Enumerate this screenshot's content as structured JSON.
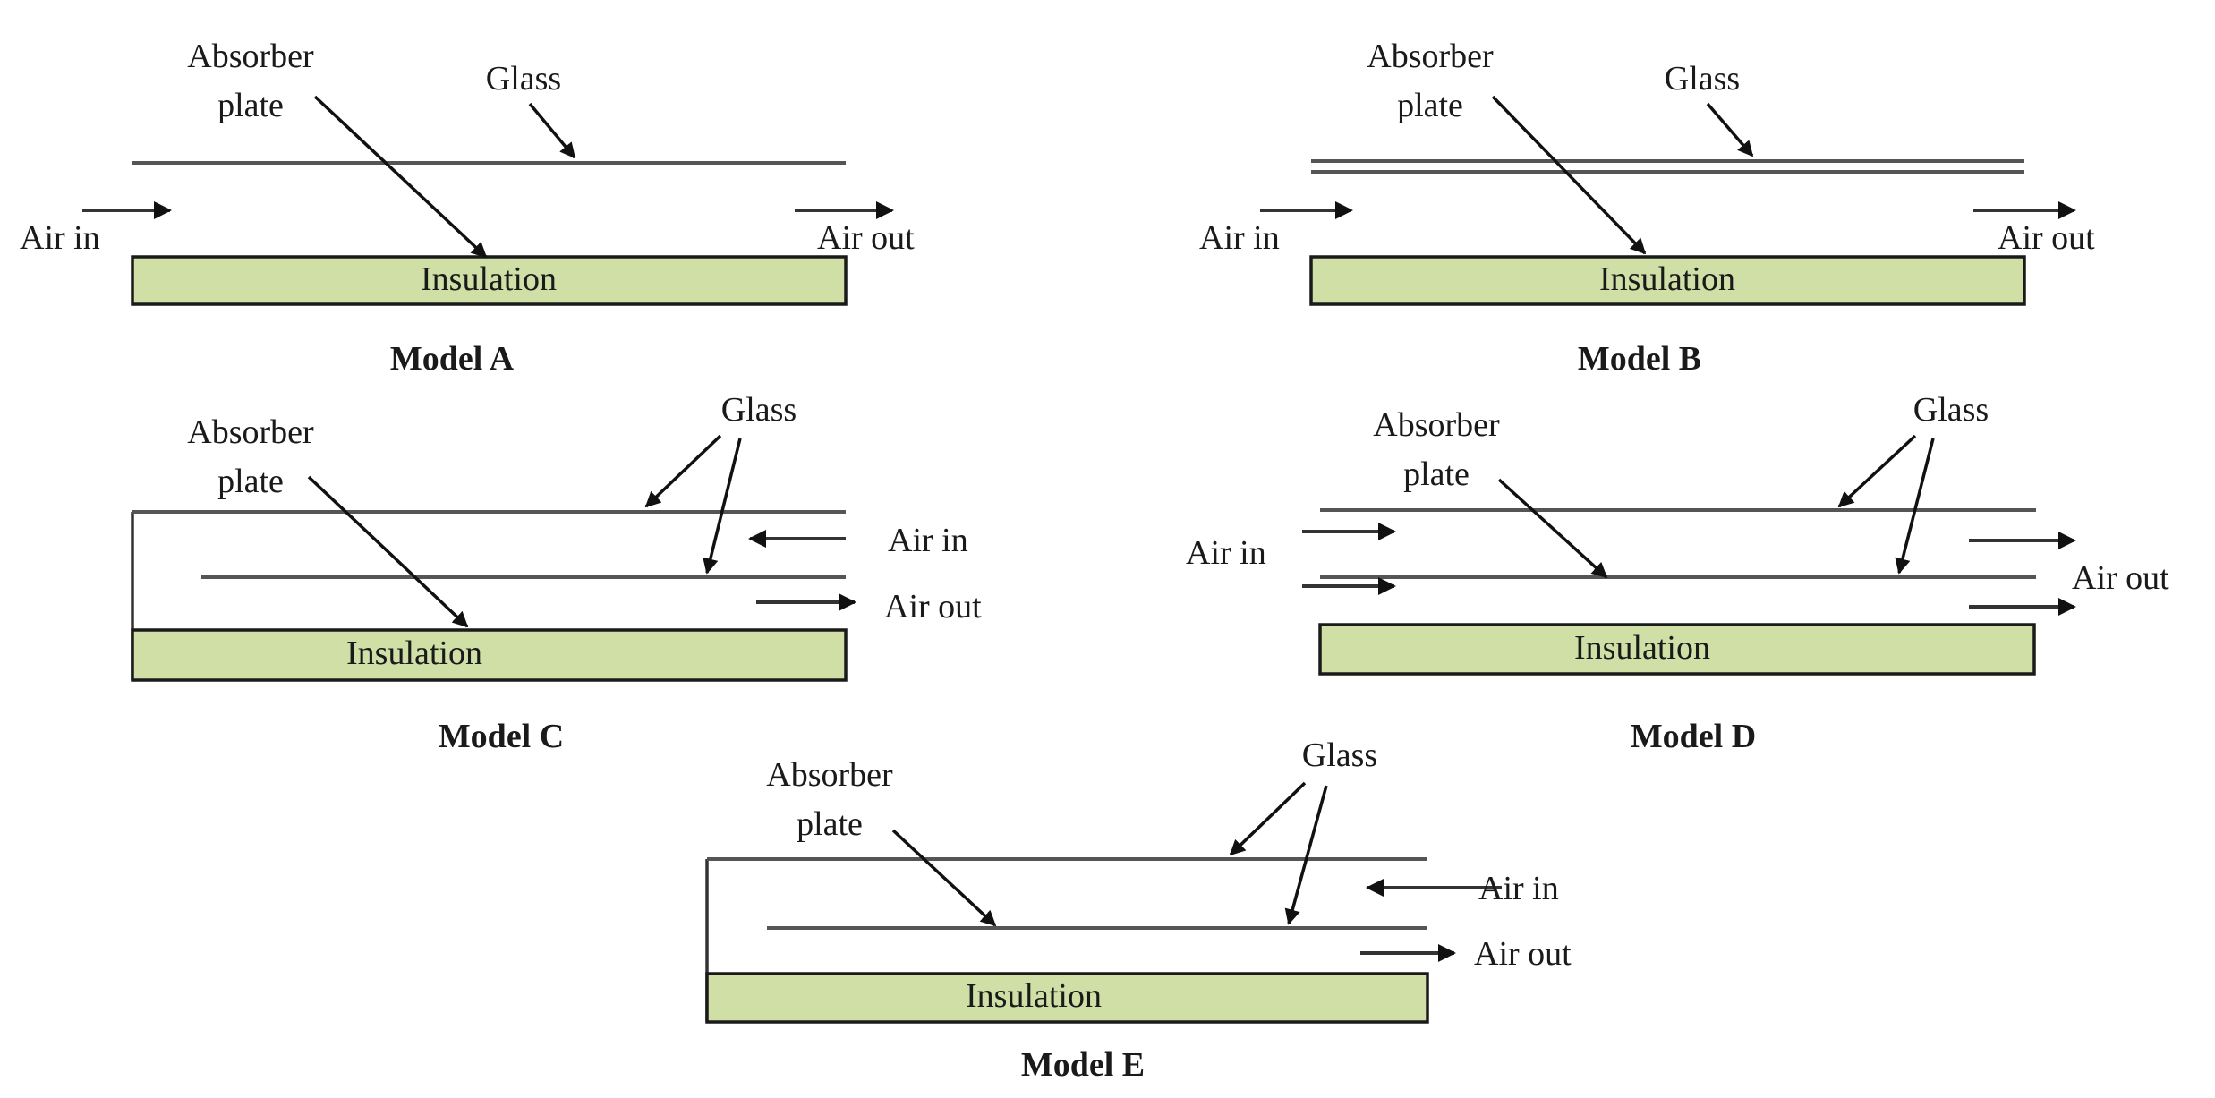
{
  "colors": {
    "insulation_fill": "#cfdfa6",
    "line": "#555555",
    "text": "#1a1a1a"
  },
  "labels": {
    "absorber_line1": "Absorber",
    "absorber_line2": "plate",
    "glass": "Glass",
    "insulation": "Insulation",
    "air_in": "Air in",
    "air_out": "Air out"
  },
  "models": {
    "a": {
      "title": "Model A"
    },
    "b": {
      "title": "Model B"
    },
    "c": {
      "title": "Model C"
    },
    "d": {
      "title": "Model D"
    },
    "e": {
      "title": "Model E"
    }
  }
}
